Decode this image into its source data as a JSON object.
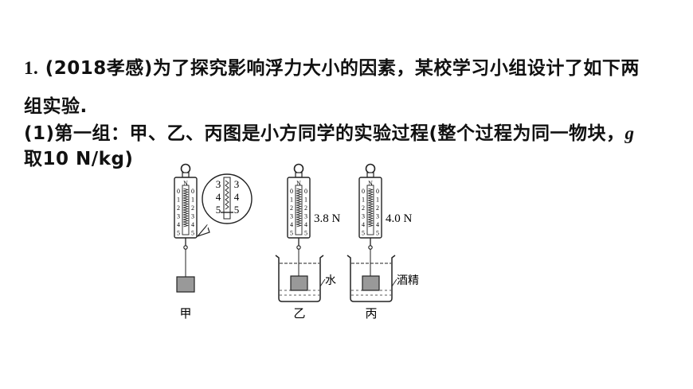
{
  "question": {
    "number": "1.",
    "source": "(2018孝感)",
    "line1_text": "为了探究影响浮力大小的因素，某校学习小组设计了如下两",
    "line2_text": "组实验.",
    "part_label": "(1)",
    "line3_text": "第一组：甲、乙、丙图是小方同学的实验过程(整个过程为同一物块，",
    "g_symbol": "g",
    "line4_text": "取10 N/kg)"
  },
  "figure": {
    "scale_unit": "N",
    "scale_ticks": [
      "0",
      "1",
      "2",
      "3",
      "4",
      "5"
    ],
    "zoom_ticks": [
      "3",
      "4",
      "5"
    ],
    "reading_yi": "3.8 N",
    "reading_bing": "4.0 N",
    "liquid_yi": "水",
    "liquid_bing": "酒精",
    "caption_jia": "甲",
    "caption_yi": "乙",
    "caption_bing": "丙"
  }
}
